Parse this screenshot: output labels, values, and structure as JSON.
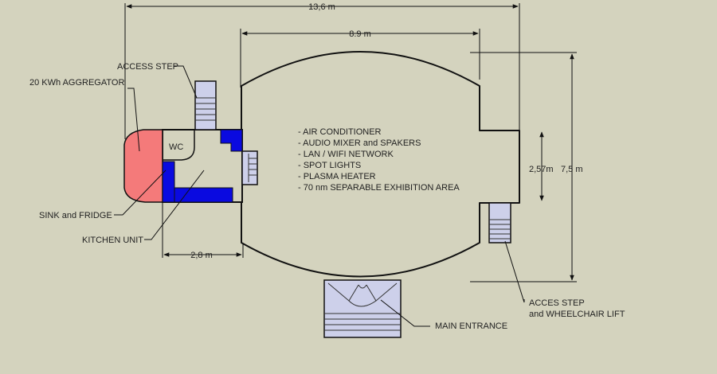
{
  "colors": {
    "background": "#d4d3be",
    "outline": "#111111",
    "aggregator_fill": "#f47a7a",
    "kitchen_fill": "#0a0ae0",
    "step_fill": "#cdd0ea",
    "room_fill": "#d4d3be"
  },
  "dimensions": {
    "overall_length": "13,6 m",
    "hall_length": "8.9 m",
    "overall_width": "7,5 m",
    "side_opening": "2,57m",
    "annex_length": "2,8 m"
  },
  "labels": {
    "access_step": "ACCESS STEP",
    "aggregator": "20 KWh AGGREGATOR",
    "wc": "WC",
    "sink_fridge": "SINK and FRIDGE",
    "kitchen_unit": "KITCHEN UNIT",
    "main_entrance": "MAIN ENTRANCE",
    "side_step_line1": "ACCES STEP",
    "side_step_line2": "and WHEELCHAIR LIFT"
  },
  "features": [
    "- AIR CONDITIONER",
    "- AUDIO MIXER and SPAKERS",
    "- LAN / WIFI NETWORK",
    "- SPOT LIGHTS",
    "- PLASMA HEATER",
    "- 70 nm SEPARABLE EXHIBITION AREA"
  ]
}
